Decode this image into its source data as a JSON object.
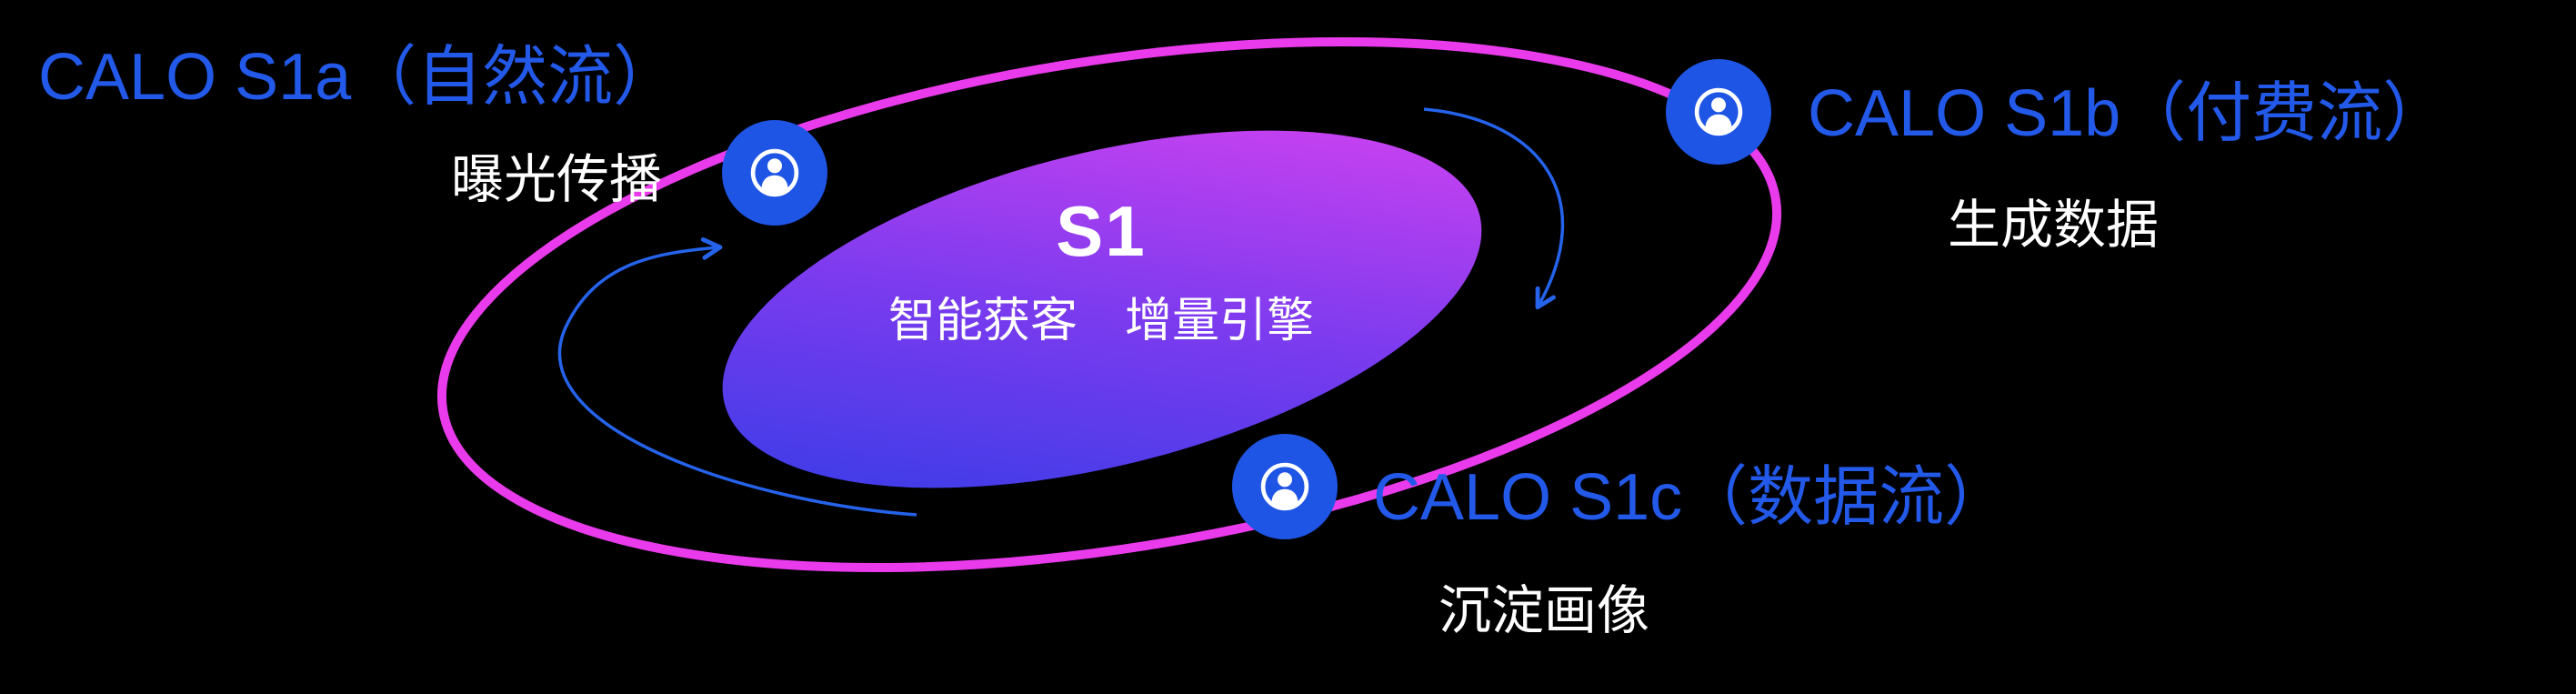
{
  "page": {
    "background": "#000000"
  },
  "colors": {
    "accent_blue": "#2563EB",
    "title_blue": "#2359E8",
    "node_blue": "#1E55E5",
    "ring_magenta": "#E93BEC",
    "core_gradient_start": "#2B3CE5",
    "core_gradient_mid": "#7D3BEF",
    "core_gradient_end": "#E043F0",
    "text_white": "#FFFFFF"
  },
  "core": {
    "title": "S1",
    "subtitle": "智能获客　增量引擎"
  },
  "nodes": [
    {
      "id": "s1a",
      "title": "CALO S1a（自然流）",
      "subtitle": "曝光传播",
      "icon": "user-circle-icon"
    },
    {
      "id": "s1b",
      "title": "CALO S1b（付费流）",
      "subtitle": "生成数据",
      "icon": "user-circle-icon"
    },
    {
      "id": "s1c",
      "title": "CALO S1c（数据流）",
      "subtitle": "沉淀画像",
      "icon": "user-circle-icon"
    }
  ],
  "arrows": [
    {
      "id": "flow-left",
      "description": "curved arrow pointing up toward S1a node"
    },
    {
      "id": "flow-right",
      "description": "curved arrow pointing down from S1b node"
    }
  ]
}
